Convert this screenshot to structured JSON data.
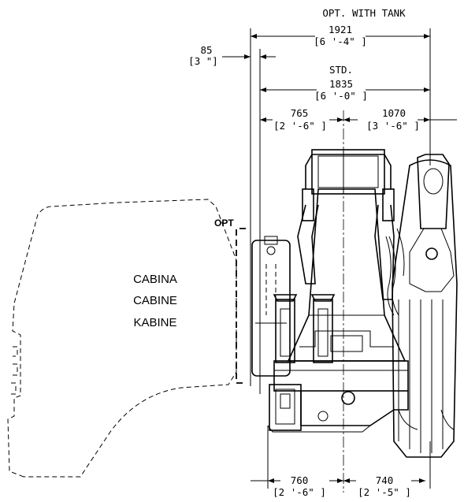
{
  "dimensions": {
    "opt_with_tank": {
      "label": "OPT. WITH TANK",
      "mm": "1921",
      "ft": "[6 '-4\" ]"
    },
    "offset": {
      "mm": "85",
      "ft": "[3 \"]"
    },
    "std": {
      "label": "STD.",
      "mm": "1835",
      "ft": "[6 '-0\" ]"
    },
    "upper_left": {
      "mm": "765",
      "ft": "[2 '-6\" ]"
    },
    "upper_right": {
      "mm": "1070",
      "ft": "[3 '-6\" ]"
    },
    "lower_left": {
      "mm": "760",
      "ft": "[2 '-6\" ]"
    },
    "lower_right": {
      "mm": "740",
      "ft": "[2 '-5\" ]"
    }
  },
  "labels": {
    "opt": "OPT",
    "cab_it": "CABINA",
    "cab_fr": "CABINE",
    "cab_de": "KABINE"
  }
}
